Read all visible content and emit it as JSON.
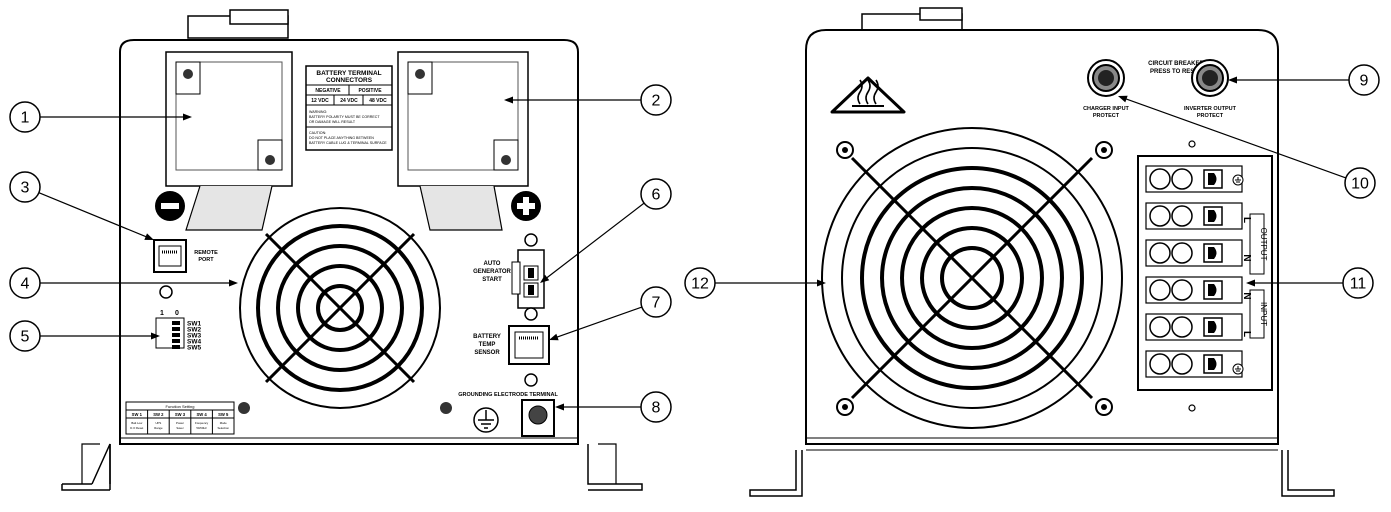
{
  "callouts": [
    "1",
    "2",
    "3",
    "4",
    "5",
    "6",
    "7",
    "8",
    "9",
    "10",
    "11",
    "12"
  ],
  "front_panel": {
    "battery_label": {
      "title_line1": "BATTERY TERMINAL",
      "title_line2": "CONNECTORS",
      "negative": "NEGATIVE",
      "positive": "POSITIVE",
      "v12": "12 VDC",
      "v24": "24 VDC",
      "v48": "48 VDC",
      "warning1": "WARNING:",
      "warning2": "BATTERY POLARITY MUST BE CORRECT",
      "warning3": "OR DAMAGE WILL RESULT",
      "caution1": "CAUTION:",
      "caution2": "DO NOT PLACE ANYTHING BETWEEN",
      "caution3": "BATTERY CABLE LUG & TERMINAL SURFACE"
    },
    "negative_symbol": "−",
    "positive_symbol": "+",
    "remote_port_line1": "REMOTE",
    "remote_port_line2": "PORT",
    "auto_gen_line1": "AUTO",
    "auto_gen_line2": "GENERATOR",
    "auto_gen_line3": "START",
    "battery_temp_line1": "BATTERY",
    "battery_temp_line2": "TEMP",
    "battery_temp_line3": "SENSOR",
    "grounding_label": "GROUNDING ELECTRODE TERMINAL",
    "dip_header_1": "1",
    "dip_header_0": "0",
    "dip_switches": [
      "SW1",
      "SW2",
      "SW3",
      "SW4",
      "SW5"
    ],
    "function_table": {
      "title": "Function Setting",
      "headers": [
        "SW 1",
        "SW 2",
        "SW 3",
        "SW 4",
        "SW 5"
      ],
      "rows": [
        [
          "Batt Low",
          "UPS",
          "Power",
          "Frequency",
          "Mode"
        ],
        [
          "D.O Reset",
          "Range",
          "Saver",
          "50/60Hz",
          "Selection"
        ]
      ]
    }
  },
  "rear_panel": {
    "breaker_title1": "CIRCUIT BREAKER",
    "breaker_title2": "PRESS TO RESET",
    "charger_line1": "CHARGER INPUT",
    "charger_line2": "PROTECT",
    "inverter_line1": "INVERTER OUTPUT",
    "inverter_line2": "PROTECT",
    "output_label": "OUTPUT",
    "input_label": "INPUT",
    "terminal_letters": [
      "L",
      "N",
      "N",
      "L"
    ]
  }
}
